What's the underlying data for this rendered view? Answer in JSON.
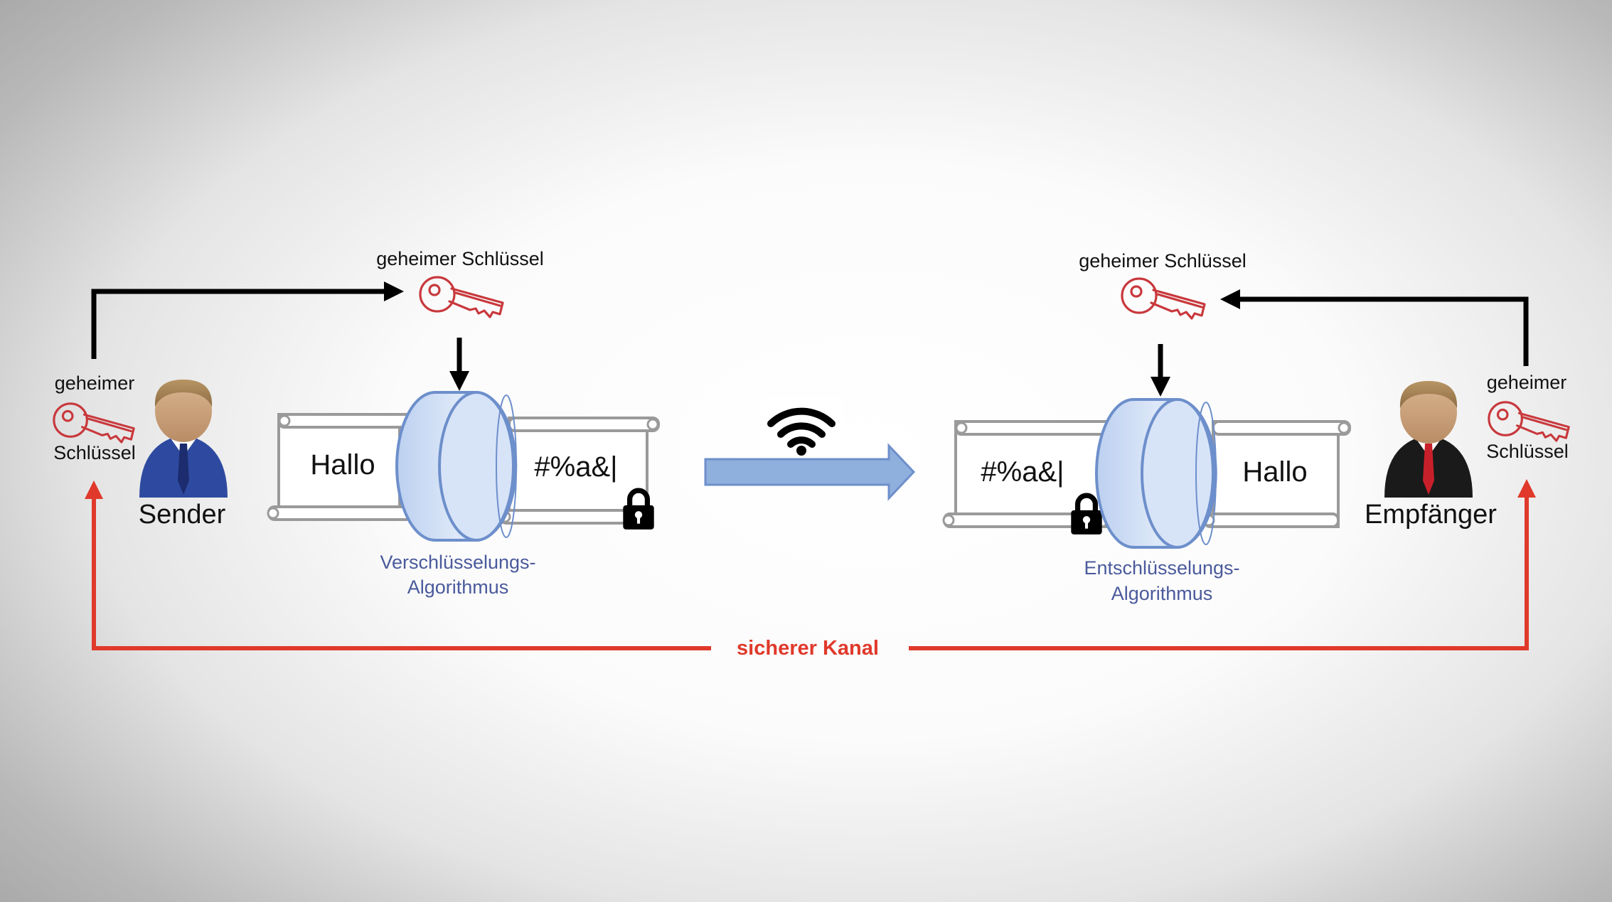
{
  "sender": {
    "name": "Sender",
    "key_line1": "geheimer",
    "key_line2": "Schlüssel"
  },
  "receiver": {
    "name": "Empfänger",
    "key_line1": "geheimer",
    "key_line2": "Schlüssel"
  },
  "encryption": {
    "key_label": "geheimer Schlüssel",
    "plaintext": "Hallo",
    "ciphertext": "#%a&|",
    "algorithm_line1": "Verschlüsselungs-",
    "algorithm_line2": "Algorithmus"
  },
  "decryption": {
    "key_label": "geheimer Schlüssel",
    "ciphertext": "#%a&|",
    "plaintext": "Hallo",
    "algorithm_line1": "Entschlüsselungs-",
    "algorithm_line2": "Algorithmus"
  },
  "secure_channel": "sicherer Kanal",
  "icons": {
    "key": "key-icon",
    "person": "person-icon",
    "lock": "lock-icon",
    "wifi": "wifi-icon",
    "cylinder": "algorithm-cylinder"
  },
  "colors": {
    "key_red": "#c8383c",
    "channel_red": "#e0392b",
    "algorithm_text": "#4a5a9c",
    "cylinder_fill": "#cfdcf3",
    "cylinder_stroke": "#6d8fcb",
    "arrow_fill": "#8fafdd",
    "sender_suit": "#2e4aa0",
    "receiver_suit": "#1a1a1a",
    "receiver_tie": "#c8202a"
  }
}
